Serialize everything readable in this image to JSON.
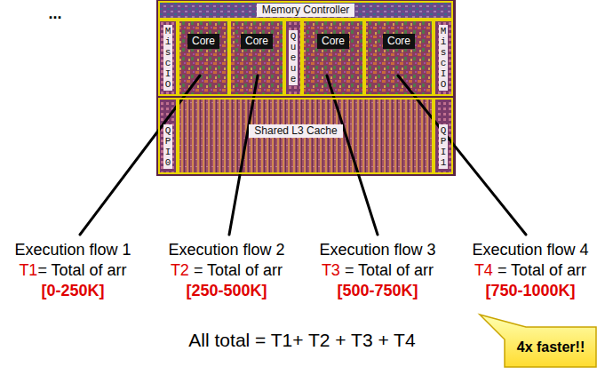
{
  "diagram": {
    "nodes": [
      {
        "text": [
          "Memory Controller"
        ]
      },
      {
        "text": [
          "Misc IO"
        ]
      },
      {
        "text": [
          "Core"
        ]
      },
      {
        "text": [
          "Core"
        ]
      },
      {
        "text": [
          "Queue"
        ]
      },
      {
        "text": [
          "Core"
        ]
      },
      {
        "text": [
          "Core"
        ]
      },
      {
        "text": [
          "Misc IO"
        ]
      },
      {
        "text": [
          "QPI 0"
        ]
      },
      {
        "text": [
          "Shared L3 Cache"
        ]
      },
      {
        "text": [
          "QPI 1"
        ]
      },
      {
        "text": [
          "4x faster!!"
        ]
      }
    ],
    "labels": [
      "...",
      "Execution flow 1",
      "T1",
      "= Total of arr",
      "[0-250K]",
      "Execution flow 2",
      "T2",
      "= Total of arr",
      "[250-500K]",
      "Execution flow 3",
      "T3",
      "= Total of arr",
      "[500-750K]",
      "Execution flow 4",
      "T4",
      "= Total of arr",
      "[750-1000K]",
      "All total = T1+ T2 + T3 + T4"
    ]
  }
}
